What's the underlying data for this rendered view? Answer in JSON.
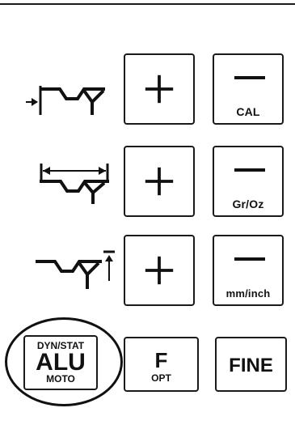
{
  "rows": [
    {
      "icon": "wheel-offset-icon",
      "plus": "+",
      "minus": "—",
      "minus_label": "CAL"
    },
    {
      "icon": "wheel-width-icon",
      "plus": "+",
      "minus": "—",
      "minus_label": "Gr/Oz"
    },
    {
      "icon": "wheel-diameter-icon",
      "plus": "+",
      "minus": "—",
      "minus_label": "mm/inch"
    }
  ],
  "alu_button": {
    "top": "DYN/STAT",
    "main": "ALU",
    "bottom": "MOTO"
  },
  "f_button": {
    "main": "F",
    "sub": "OPT"
  },
  "fine_button": {
    "label": "FINE"
  },
  "colors": {
    "ink": "#111111",
    "background": "#ffffff"
  }
}
